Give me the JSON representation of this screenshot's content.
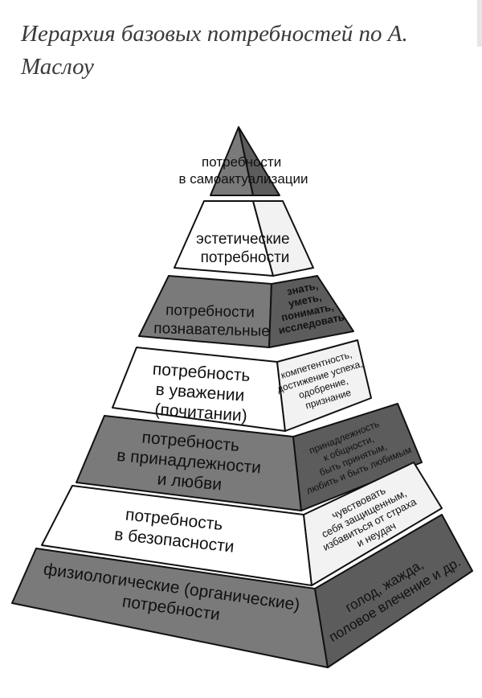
{
  "caption": "Иерархия базовых потребностей по А. Маслоу",
  "colors": {
    "dark_front": "#7a7a7a",
    "dark_side": "#5c5c5c",
    "light_front": "#ffffff",
    "light_side": "#f2f2f2",
    "outline": "#111111"
  },
  "levels": [
    {
      "id": "self-actualization",
      "front_lines": [
        "потребности",
        "в самоактуализации"
      ],
      "side_lines": []
    },
    {
      "id": "aesthetic",
      "front_lines": [
        "эстетические",
        "потребности"
      ],
      "side_lines": []
    },
    {
      "id": "cognitive",
      "front_lines": [
        "потребности",
        "познавательные"
      ],
      "side_lines": [
        "знать,",
        "уметь,",
        "понимать,",
        "исследовать"
      ]
    },
    {
      "id": "esteem",
      "front_lines": [
        "потребность",
        "в уважении",
        "(почитании)"
      ],
      "side_lines": [
        "компетентность,",
        "достижение успеха,",
        "одобрение,",
        "признание"
      ]
    },
    {
      "id": "belonging",
      "front_lines": [
        "потребность",
        "в принадлежности",
        "и любви"
      ],
      "side_lines": [
        "принадлежность",
        "к общности,",
        "быть принятым,",
        "любить и быть любимым"
      ]
    },
    {
      "id": "safety",
      "front_lines": [
        "потребность",
        "в безопасности"
      ],
      "side_lines": [
        "чувствовать",
        "себя защищенным,",
        "избавиться от страха",
        "и неудач"
      ]
    },
    {
      "id": "physiological",
      "front_lines": [
        "физиологические (органические)",
        "потребности"
      ],
      "side_lines": [
        "голод, жажда,",
        "половое влечение и др."
      ]
    }
  ]
}
